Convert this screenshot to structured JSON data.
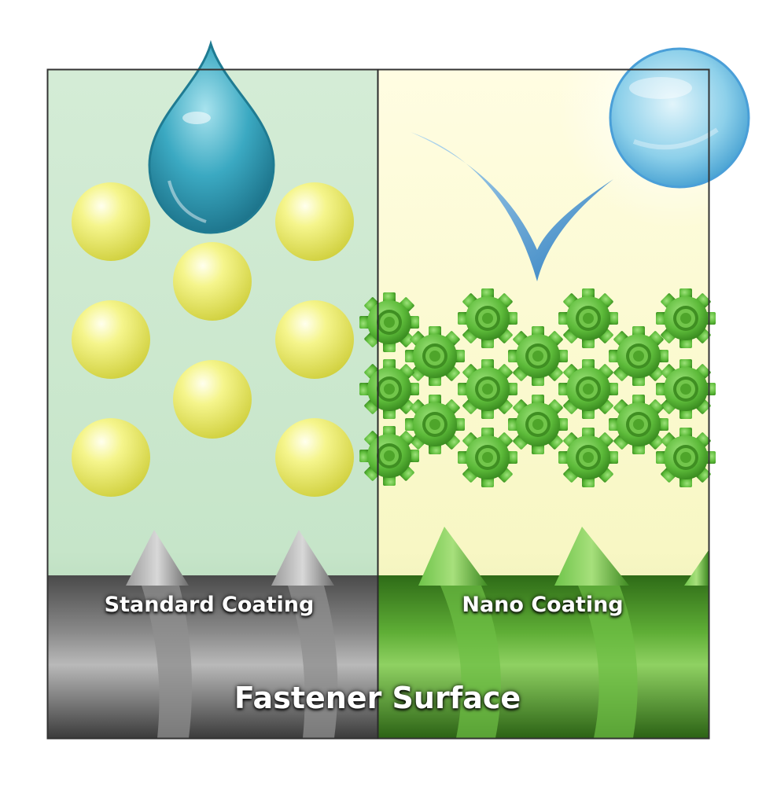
{
  "labels": {
    "standard_coating": "Standard Coating",
    "nano_coating": "Nano Coating",
    "fastener_surface": "Fastener Surface"
  },
  "icons": {
    "left_drop": "water-drop-icon",
    "right_drop": "water-bead-icon",
    "checkmark": "checkmark-icon",
    "particle": "coating-particle-icon",
    "gear": "nano-gear-icon"
  },
  "colors": {
    "left_panel_bg": "#cfe9d2",
    "right_panel_bg": "#fbf9cc",
    "particle": "#eeee6a",
    "gear": "#5dbb3a",
    "drop": "#3ba9c2",
    "checkmark": "#3f8ec8",
    "steel": "#6b6b6b",
    "green_thread": "#4ea52a"
  }
}
